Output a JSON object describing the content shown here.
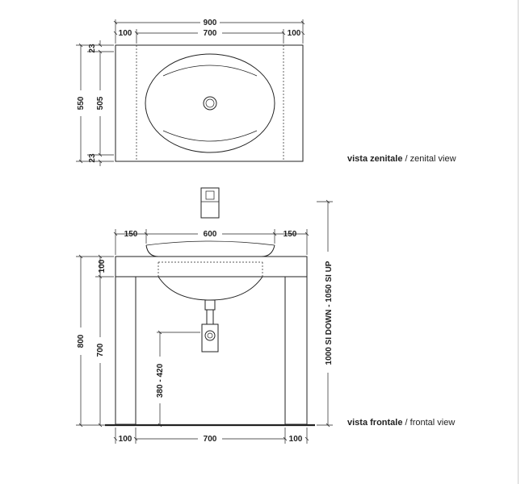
{
  "top_view": {
    "overall_width": "900",
    "side_left": "100",
    "center_width": "700",
    "side_right": "100",
    "overall_depth": "550",
    "inner_depth": "505",
    "margin_top": "23",
    "margin_bottom": "23",
    "label_bold": "vista zenitale",
    "label_sep": " / ",
    "label_regular": "zenital view"
  },
  "front_view": {
    "side_left": "150",
    "bowl_width": "600",
    "side_right": "150",
    "top_thickness": "100",
    "overall_height": "800",
    "leg_height": "700",
    "drain_height": "380 - 420",
    "install_height": "1000 SI DOWN - 1050 SI UP",
    "bottom_left": "100",
    "bottom_center": "700",
    "bottom_right": "100",
    "label_bold": "vista frontale",
    "label_sep": " / ",
    "label_regular": "frontal view"
  }
}
